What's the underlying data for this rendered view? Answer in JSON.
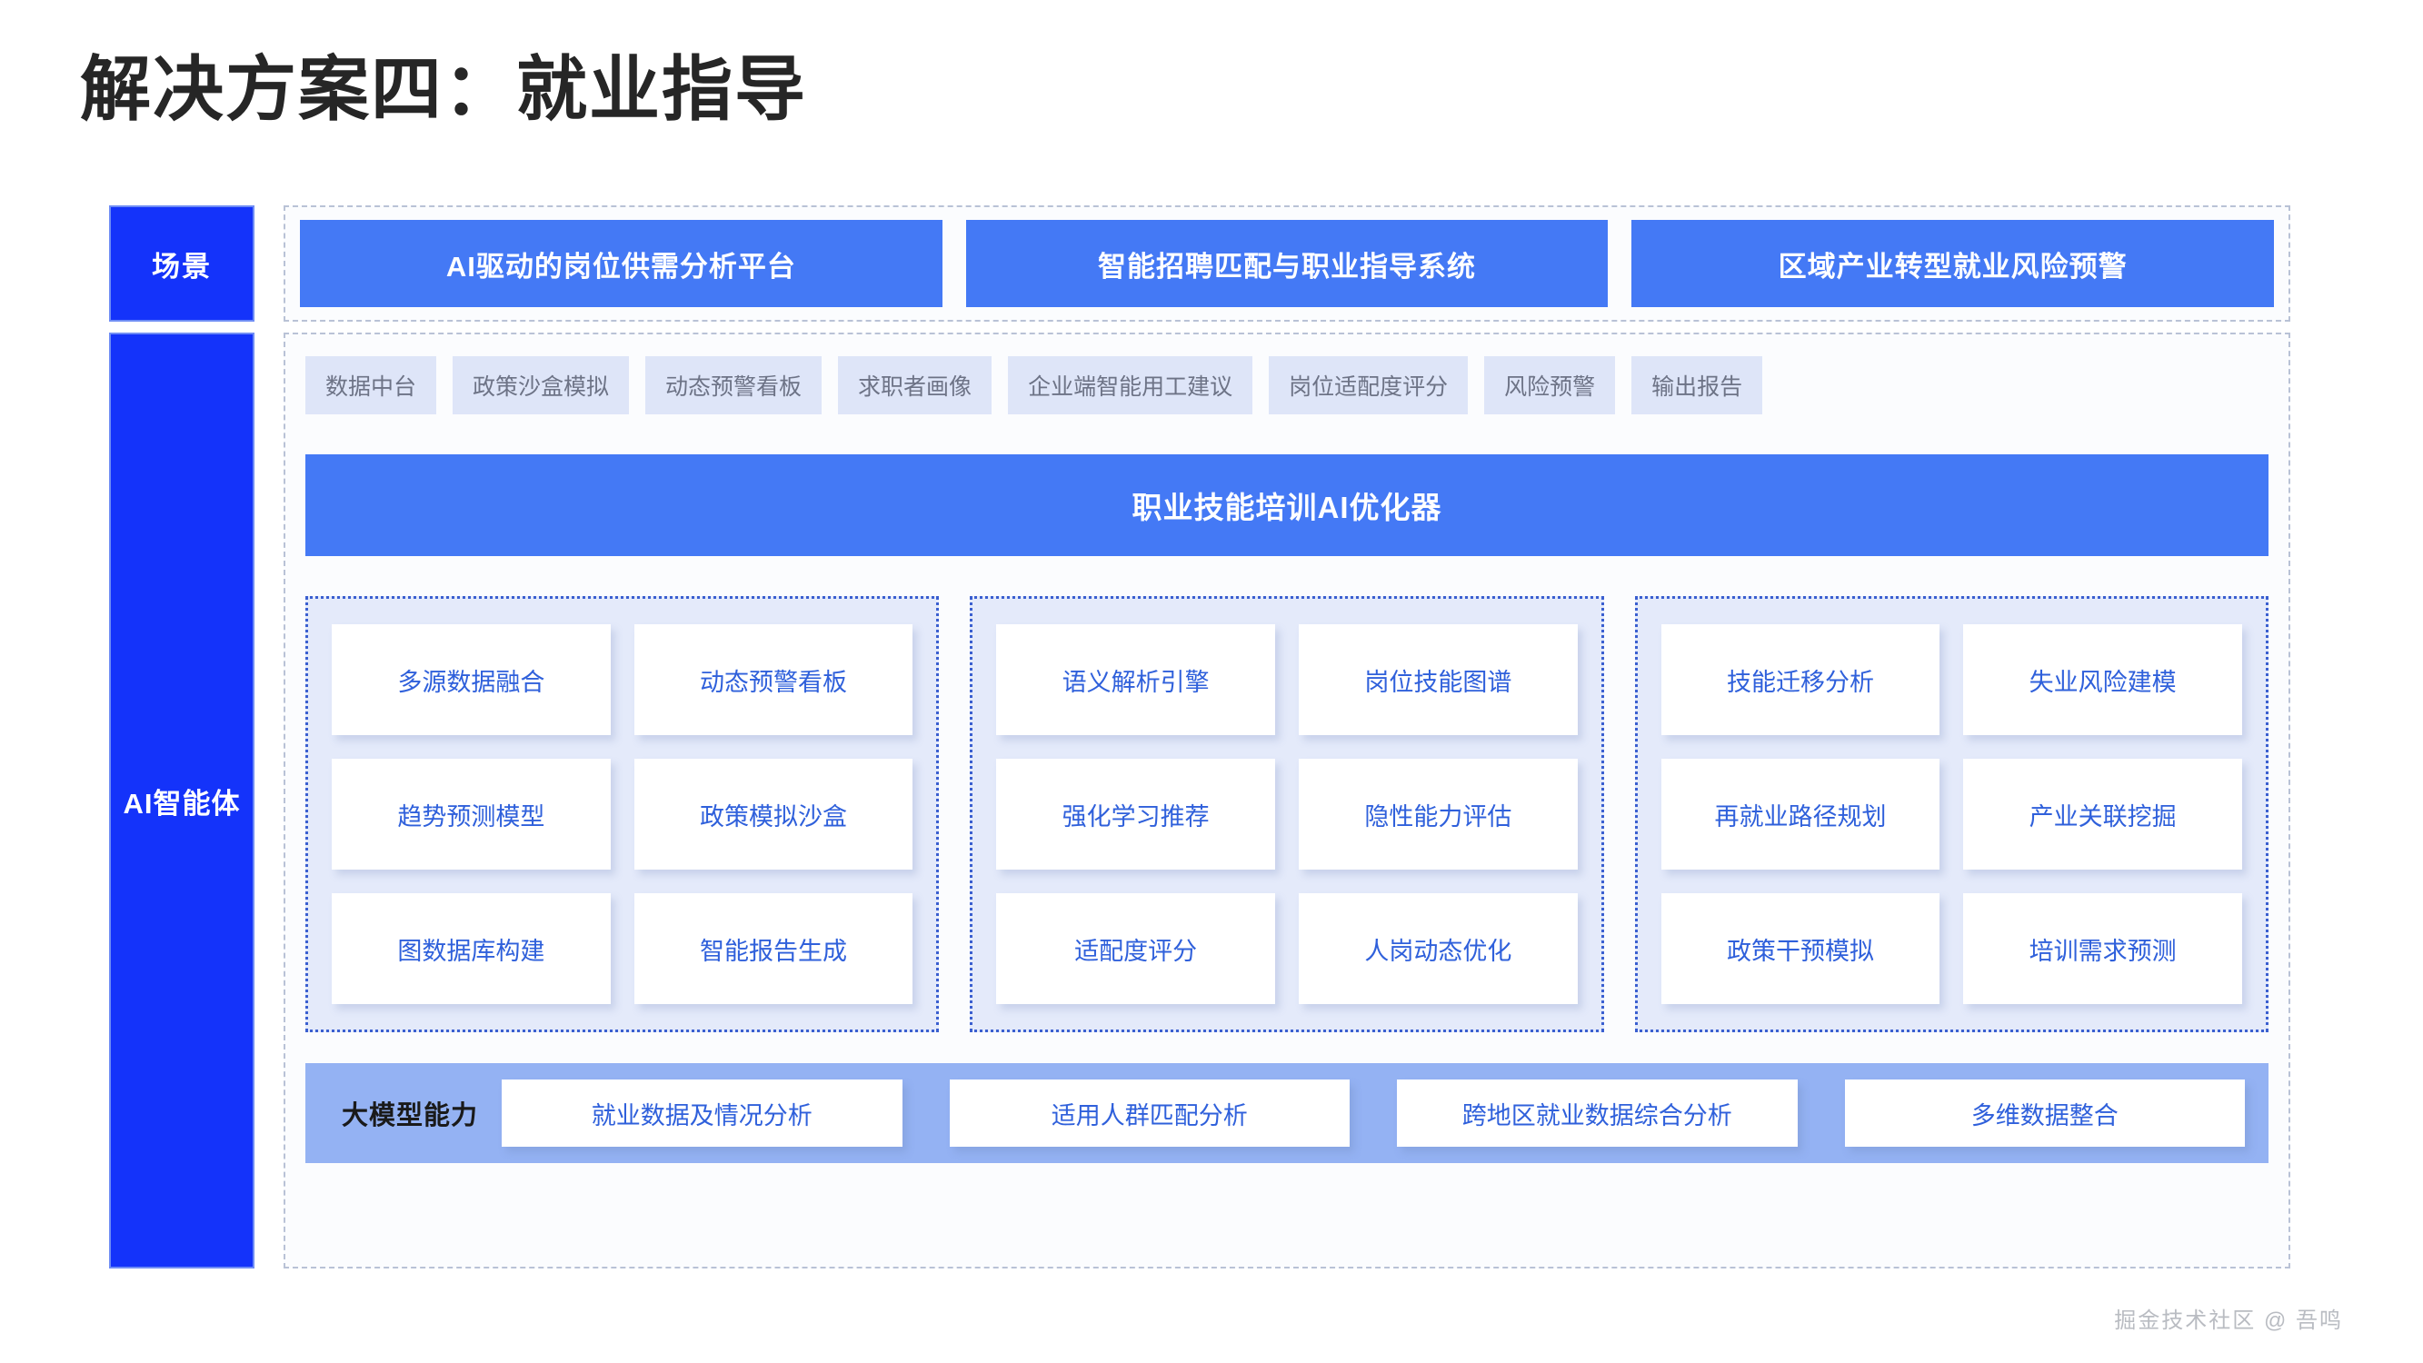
{
  "page": {
    "title": "解决方案四：就业指导",
    "footer_watermark": "掘金技术社区 @ 吾鸣",
    "colors": {
      "label_blue": "#1433FA",
      "card_blue": "#4479F5",
      "tag_bg": "#DEE5F8",
      "group_bg": "#E4EAFA",
      "group_border": "#3a5fd0",
      "band_blue": "#94B2F3",
      "cell_text": "#2f60db",
      "panel_bg": "#fbfcfe",
      "title_text": "#262626"
    }
  },
  "scene_row": {
    "label": "场景",
    "cards": [
      {
        "label": "AI驱动的岗位供需分析平台"
      },
      {
        "label": "智能招聘匹配与职业指导系统"
      },
      {
        "label": "区域产业转型就业风险预警"
      }
    ]
  },
  "agent_row": {
    "label": "AI智能体",
    "tags": [
      {
        "label": "数据中台"
      },
      {
        "label": "政策沙盒模拟"
      },
      {
        "label": "动态预警看板"
      },
      {
        "label": "求职者画像"
      },
      {
        "label": "企业端智能用工建议"
      },
      {
        "label": "岗位适配度评分"
      },
      {
        "label": "风险预警"
      },
      {
        "label": "输出报告"
      }
    ],
    "banner": "职业技能培训AI优化器",
    "groups": [
      {
        "rows": [
          [
            {
              "label": "多源数据融合"
            },
            {
              "label": "动态预警看板"
            }
          ],
          [
            {
              "label": "趋势预测模型"
            },
            {
              "label": "政策模拟沙盒"
            }
          ],
          [
            {
              "label": "图数据库构建"
            },
            {
              "label": "智能报告生成"
            }
          ]
        ]
      },
      {
        "rows": [
          [
            {
              "label": "语义解析引擎"
            },
            {
              "label": "岗位技能图谱"
            }
          ],
          [
            {
              "label": "强化学习推荐"
            },
            {
              "label": "隐性能力评估"
            }
          ],
          [
            {
              "label": "适配度评分"
            },
            {
              "label": "人岗动态优化"
            }
          ]
        ]
      },
      {
        "rows": [
          [
            {
              "label": "技能迁移分析"
            },
            {
              "label": "失业风险建模"
            }
          ],
          [
            {
              "label": "再就业路径规划"
            },
            {
              "label": "产业关联挖掘"
            }
          ],
          [
            {
              "label": "政策干预模拟"
            },
            {
              "label": "培训需求预测"
            }
          ]
        ]
      }
    ],
    "llm": {
      "label": "大模型能力",
      "cards": [
        {
          "label": "就业数据及情况分析"
        },
        {
          "label": "适用人群匹配分析"
        },
        {
          "label": "跨地区就业数据综合分析"
        },
        {
          "label": "多维数据整合"
        }
      ]
    }
  }
}
